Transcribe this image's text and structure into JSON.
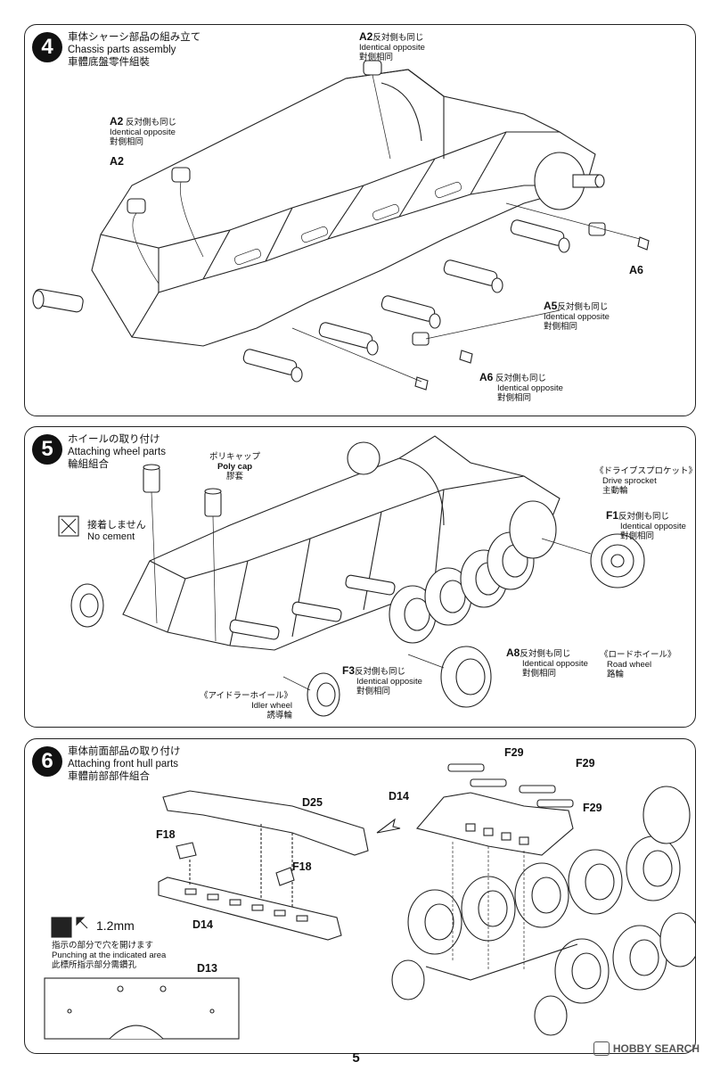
{
  "page_number": "5",
  "watermark": "HOBBY SEARCH",
  "step4": {
    "number": "4",
    "title_jp": "車体シャーシ部品の組み立て",
    "title_en": "Chassis parts assembly",
    "title_cn": "車體底盤零件組裝",
    "labels": {
      "a2_top": {
        "part": "A2",
        "jp": "反対側も同じ",
        "en": "Identical opposite",
        "cn": "對側相同"
      },
      "a2_mid": {
        "part": "A2",
        "jp": "反対側も同じ",
        "en": "Identical opposite",
        "cn": "對側相同"
      },
      "a2_left": {
        "part": "A2"
      },
      "a6_right": {
        "part": "A6"
      },
      "a5": {
        "part": "A5",
        "jp": "反対側も同じ",
        "en": "Identical opposite",
        "cn": "對側相同"
      },
      "a6_bottom": {
        "part": "A6",
        "jp": "反対側も同じ",
        "en": "Identical opposite",
        "cn": "對側相同"
      }
    }
  },
  "step5": {
    "number": "5",
    "title_jp": "ホイールの取り付け",
    "title_en": "Attaching wheel parts",
    "title_cn": "輪組組合",
    "polycap": {
      "jp": "ポリキャップ",
      "en": "Poly cap",
      "cn": "膠套"
    },
    "no_cement": {
      "jp": "接着しません",
      "en": "No cement"
    },
    "drive_sprocket": {
      "jp": "《ドライブスプロケット》",
      "en": "Drive sprocket",
      "cn": "主動輪"
    },
    "f1": {
      "part": "F1",
      "jp": "反対側も同じ",
      "en": "Identical opposite",
      "cn": "對側相同"
    },
    "a8": {
      "part": "A8",
      "jp": "反対側も同じ",
      "en": "Identical opposite",
      "cn": "對側相同"
    },
    "road_wheel": {
      "jp": "《ロードホイール》",
      "en": "Road wheel",
      "cn": "路輪"
    },
    "f3": {
      "part": "F3",
      "jp": "反対側も同じ",
      "en": "Identical opposite",
      "cn": "對側相同"
    },
    "idler": {
      "jp": "《アイドラーホイール》",
      "en": "Idler wheel",
      "cn": "誘導輪"
    }
  },
  "step6": {
    "number": "6",
    "title_jp": "車体前面部品の取り付け",
    "title_en": "Attaching front hull parts",
    "title_cn": "車體前部部件組合",
    "parts": {
      "d25": "D25",
      "f18a": "F18",
      "f18b": "F18",
      "d14a": "D14",
      "d14b": "D14",
      "d13": "D13",
      "f29a": "F29",
      "f29b": "F29",
      "f29c": "F29"
    },
    "drill_size": "1.2mm",
    "punch": {
      "jp": "指示の部分で穴を開けます",
      "en": "Punching at the indicated area",
      "cn": "此標所指示部分需鑽孔"
    }
  }
}
